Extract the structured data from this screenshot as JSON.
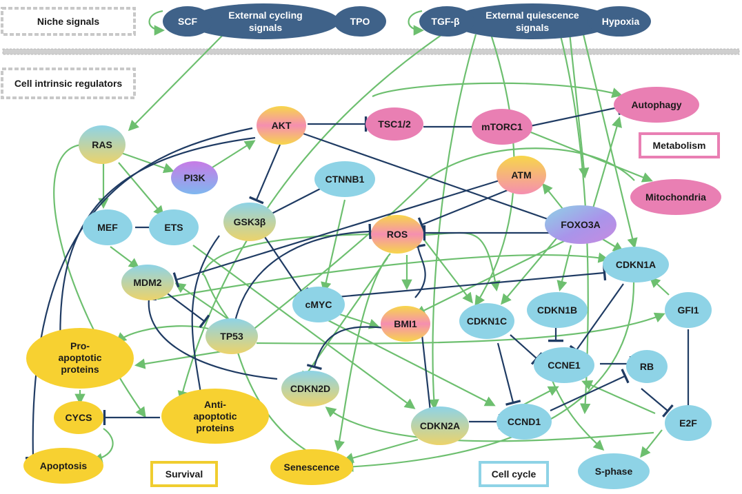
{
  "colors": {
    "activation": "#6dbf6f",
    "inhibition": "#1f3b63",
    "signal_fill": "#3f6289",
    "blue_node": "#8ed3e6",
    "pink_node": "#e97fb3",
    "yellow_node": "#f7d131",
    "metabolism_box": "#e97fb3",
    "survival_box": "#f0cd2f",
    "cellcycle_box": "#8ed3e6",
    "band_gray": "#c8c8c8"
  },
  "sections": {
    "niche": "Niche signals",
    "intrinsic": "Cell intrinsic regulators"
  },
  "signals": {
    "scf": "SCF",
    "cycling_line1": "External cycling",
    "cycling_line2": "signals",
    "tpo": "TPO",
    "tgfb": "TGF-β",
    "quiescence_line1": "External quiescence",
    "quiescence_line2": "signals",
    "hypoxia": "Hypoxia"
  },
  "nodes": {
    "ras": "RAS",
    "akt": "AKT",
    "pi3k": "PI3K",
    "tsc": "TSC1/2",
    "mtorc1": "mTORC1",
    "autophagy": "Autophagy",
    "mitochondria": "Mitochondria",
    "ctnnb1": "CTNNB1",
    "atm": "ATM",
    "mef": "MEF",
    "ets": "ETS",
    "gsk3b": "GSK3β",
    "ros": "ROS",
    "foxo3a": "FOXO3A",
    "mdm2": "MDM2",
    "cdkn1a": "CDKN1A",
    "cmyc": "cMYC",
    "cdkn1b": "CDKN1B",
    "gfi1": "GFI1",
    "tp53": "TP53",
    "bmi1": "BMI1",
    "cdkn1c": "CDKN1C",
    "ccne1": "CCNE1",
    "rb": "RB",
    "pro_line1": "Pro-",
    "pro_line2": "apoptotic",
    "pro_line3": "proteins",
    "cdkn2d": "CDKN2D",
    "cycs": "CYCS",
    "anti_line1": "Anti-",
    "anti_line2": "apoptotic",
    "anti_line3": "proteins",
    "cdkn2a": "CDKN2A",
    "ccnd1": "CCND1",
    "e2f": "E2F",
    "apoptosis": "Apoptosis",
    "senescence": "Senescence",
    "sphase": "S-phase"
  },
  "legend": {
    "metabolism": "Metabolism",
    "survival": "Survival",
    "cell_cycle": "Cell cycle"
  }
}
